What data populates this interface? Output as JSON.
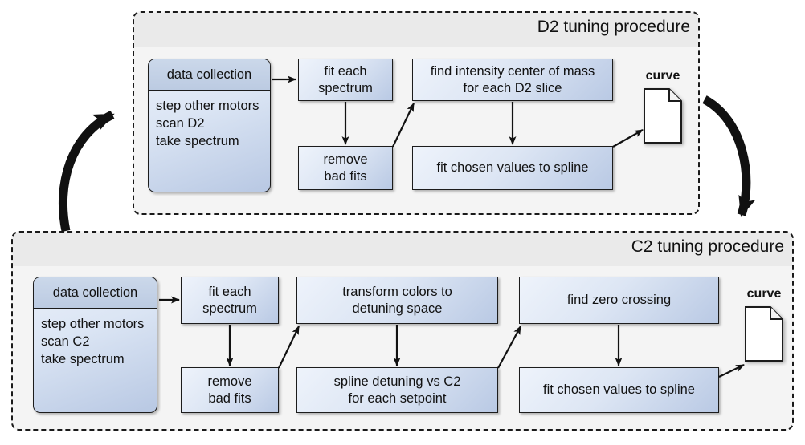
{
  "diagram": {
    "title_d2": "D2 tuning procedure",
    "title_c2": "C2 tuning procedure",
    "colors": {
      "box_fill_light": "#eef3fb",
      "box_fill_dark": "#b9c9e4",
      "header_fill": "#c3d0e4",
      "container_bg": "#f4f4f4",
      "container_title_band": "#eaeaea",
      "stroke": "#1c1c1c"
    }
  },
  "d2": {
    "title": "D2 tuning procedure",
    "data_collection": {
      "header": "data collection",
      "lines": [
        "step other motors",
        "scan D2",
        "take spectrum"
      ]
    },
    "boxes": [
      {
        "id": "fit-each-spectrum",
        "line1": "fit each",
        "line2": "spectrum"
      },
      {
        "id": "remove-bad-fits",
        "line1": "remove",
        "line2": "bad fits"
      },
      {
        "id": "find-intensity-com",
        "line1": "find intensity center of mass",
        "line2": "for each D2 slice"
      },
      {
        "id": "fit-chosen-values",
        "line1": "fit chosen values to spline",
        "line2": ""
      }
    ],
    "output": {
      "label": "curve",
      "icon": "document-icon"
    }
  },
  "c2": {
    "title": "C2 tuning procedure",
    "data_collection": {
      "header": "data collection",
      "lines": [
        "step other motors",
        "scan C2",
        "take spectrum"
      ]
    },
    "boxes": [
      {
        "id": "fit-each-spectrum",
        "line1": "fit each",
        "line2": "spectrum"
      },
      {
        "id": "remove-bad-fits",
        "line1": "remove",
        "line2": "bad fits"
      },
      {
        "id": "transform-colors",
        "line1": "transform colors to",
        "line2": "detuning space"
      },
      {
        "id": "spline-detuning",
        "line1": "spline detuning vs C2",
        "line2": "for each setpoint"
      },
      {
        "id": "find-zero-crossing",
        "line1": "find zero crossing",
        "line2": ""
      },
      {
        "id": "fit-chosen-values",
        "line1": "fit chosen values to spline",
        "line2": ""
      }
    ],
    "output": {
      "label": "curve",
      "icon": "document-icon"
    }
  }
}
